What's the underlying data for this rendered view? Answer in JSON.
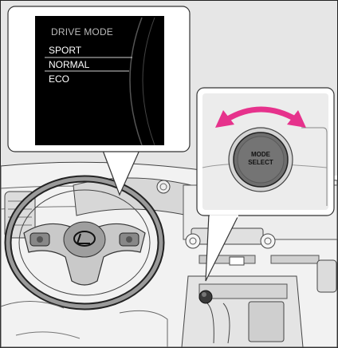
{
  "display": {
    "title": "DRIVE MODE",
    "modes": [
      "SPORT",
      "NORMAL",
      "ECO"
    ],
    "selected_mode": "NORMAL"
  },
  "knob": {
    "line1": "MODE",
    "line2": "SELECT"
  },
  "colors": {
    "screen_bg": "#000000",
    "rotation_arrow": "#e6328c",
    "knob_face": "#6e6e6e",
    "panel_bg": "#ececec",
    "line_art": "#222222"
  },
  "icons": [
    "rotate-arrow-icon",
    "lexus-logo-icon"
  ]
}
